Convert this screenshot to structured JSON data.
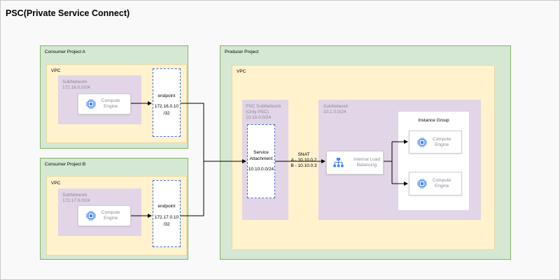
{
  "title": "PSC(Private Service Connect)",
  "consumer_a": {
    "project_label": "Consumer Project A",
    "vpc_label": "VPC",
    "subnet_name": "SubNetwork",
    "subnet_cidr": "172.16.0.0/24",
    "compute_line1": "Compute",
    "compute_line2": "Engine",
    "endpoint_label": "endpoint",
    "endpoint_ip_line1": "172.16.0.10",
    "endpoint_ip_line2": "/32"
  },
  "consumer_b": {
    "project_label": "Consumer Project B",
    "vpc_label": "VPC",
    "subnet_name": "SubNetwork",
    "subnet_cidr": "172.17.0.0/24",
    "compute_line1": "Compute",
    "compute_line2": "Engine",
    "endpoint_label": "endpoint",
    "endpoint_ip_line1": "172.17.0.10",
    "endpoint_ip_line2": "/32"
  },
  "producer": {
    "project_label": "Producer Project",
    "vpc_label": "VPC",
    "psc_subnet_line1": "PSC SubNetwork",
    "psc_subnet_line2": "(Only PSC)",
    "psc_subnet_cidr": "10.10.0.0/24",
    "attachment_line1": "Service",
    "attachment_line2": "Attachment",
    "attachment_cidr": "10.10.0.0/24",
    "snat_title": "SNAT",
    "snat_a": "A - 10.10.0.2",
    "snat_b": "B - 10.10.0.3",
    "subnet_name": "SubNetwork",
    "subnet_cidr": "10.1.0.0/24",
    "lb_line1": "Internal Load",
    "lb_line2": "Balancing",
    "instance_group_label": "Instance Group",
    "ig_compute_1_line1": "Compute",
    "ig_compute_1_line2": "Engine",
    "ig_compute_2_line1": "Compute",
    "ig_compute_2_line2": "Engine"
  },
  "colors": {
    "project_fill": "#d5e8d4",
    "vpc_fill": "#fff2cc",
    "subnet_fill": "#e1d5e7",
    "endpoint_border": "#3a6cd2",
    "gcp_blue": "#4285f4"
  },
  "icons": {
    "compute": "compute-engine-icon",
    "load_balancer": "load-balancing-icon"
  }
}
